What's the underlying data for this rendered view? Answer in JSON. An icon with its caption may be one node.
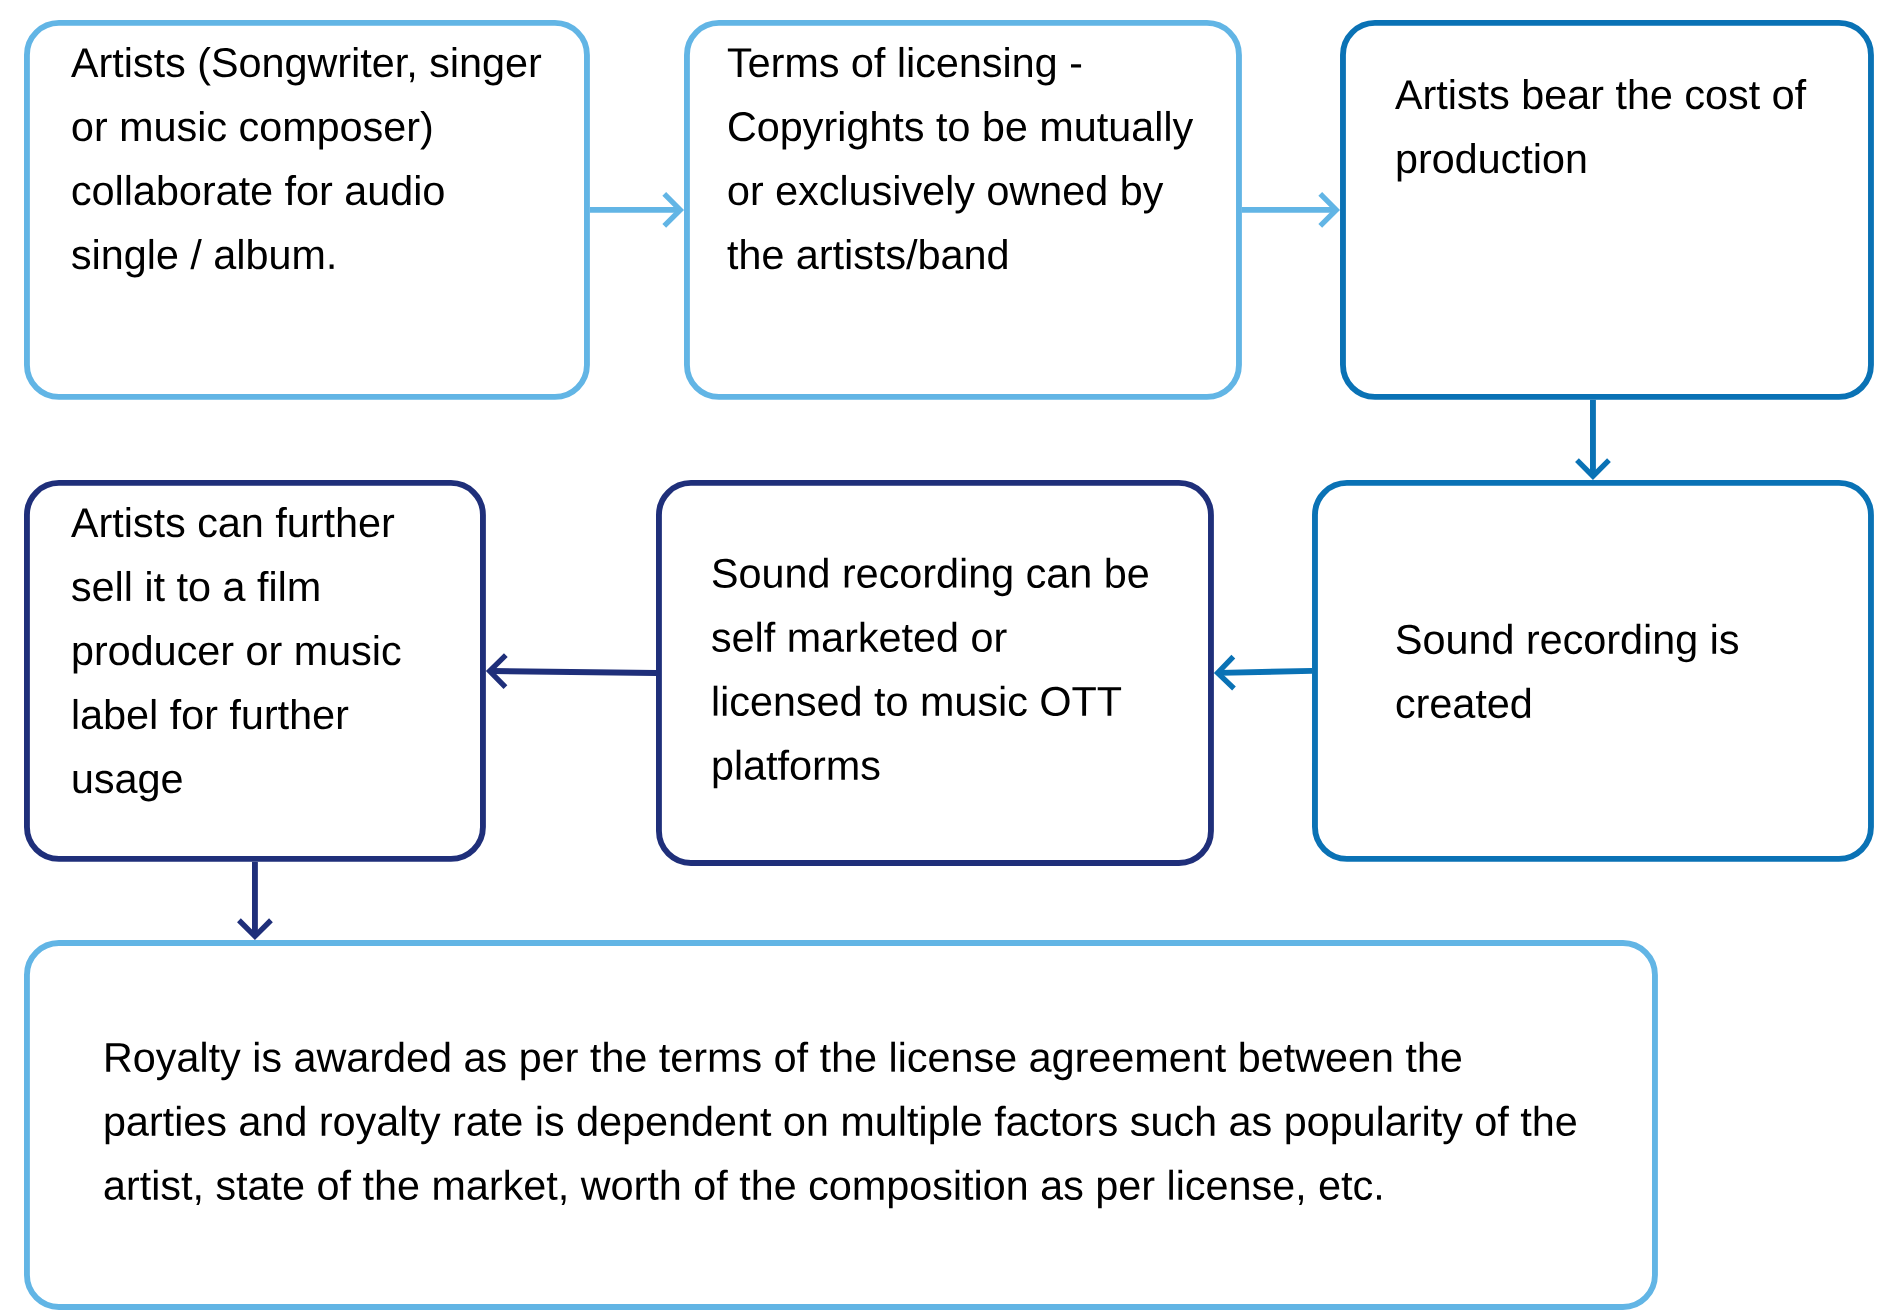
{
  "diagram": {
    "nodes": [
      {
        "text": [
          "Artists (Songwriter, singer or music composer) collaborate for audio single / album."
        ]
      },
      {
        "text": [
          "Terms of licensing - Copyrights to be mutually or exclusively owned by the artists/band"
        ]
      },
      {
        "text": [
          "Artists bear the cost of production"
        ]
      },
      {
        "text": [
          "Sound recording is created"
        ]
      },
      {
        "text": [
          "Sound recording can be self marketed or licensed to music OTT platforms"
        ]
      },
      {
        "text": [
          "Artists can further sell it to a film producer or music label for further usage"
        ]
      },
      {
        "text": [
          "Royalty is awarded as per the terms of the license agreement between the parties and royalty rate is dependent on multiple factors such as popularity of the artist, state of the market, worth of the composition as per license, etc."
        ]
      }
    ],
    "edges": [
      {
        "from": 0,
        "to": 1,
        "arrow": "to",
        "color": "#62b5e5"
      },
      {
        "from": 1,
        "to": 2,
        "arrow": "to",
        "color": "#62b5e5"
      },
      {
        "from": 2,
        "to": 3,
        "arrow": "to",
        "color": "#0a72b5"
      },
      {
        "from": 3,
        "to": 4,
        "arrow": "to",
        "color": "#0a72b5"
      },
      {
        "from": 4,
        "to": 5,
        "arrow": "to",
        "color": "#1f2f7a"
      },
      {
        "from": 5,
        "to": 6,
        "arrow": "to",
        "color": "#1f2f7a"
      }
    ]
  }
}
